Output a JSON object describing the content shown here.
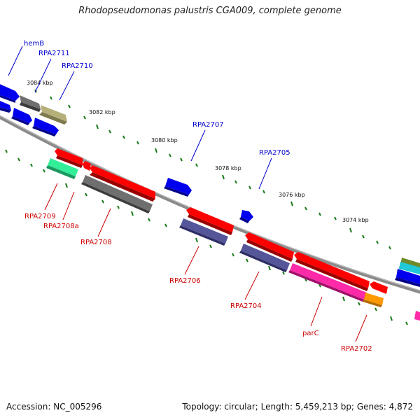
{
  "title": "Rhodopseudomonas palustris CGA009, complete genome",
  "footer": {
    "accession": "Accession: NC_005296",
    "summary": "Topology: circular; Length: 5,459,213 bp; Genes: 4,872"
  },
  "colors": {
    "forward_label": "#0000cc",
    "reverse_label": "#cc0000",
    "backbone": "#888888",
    "ticks": "#1a7a1a"
  },
  "kbp_labels": [
    "3084 kbp",
    "3082 kbp",
    "3080 kbp",
    "3078 kbp",
    "3076 kbp",
    "3074 kbp"
  ],
  "gene_labels": {
    "forward": [
      "hemB",
      "RPA2711",
      "RPA2710",
      "RPA2707",
      "RPA2705"
    ],
    "reverse": [
      "RPA2709",
      "RPA2708a",
      "RPA2708",
      "RPA2706",
      "RPA2704",
      "parC",
      "RPA2702"
    ]
  }
}
